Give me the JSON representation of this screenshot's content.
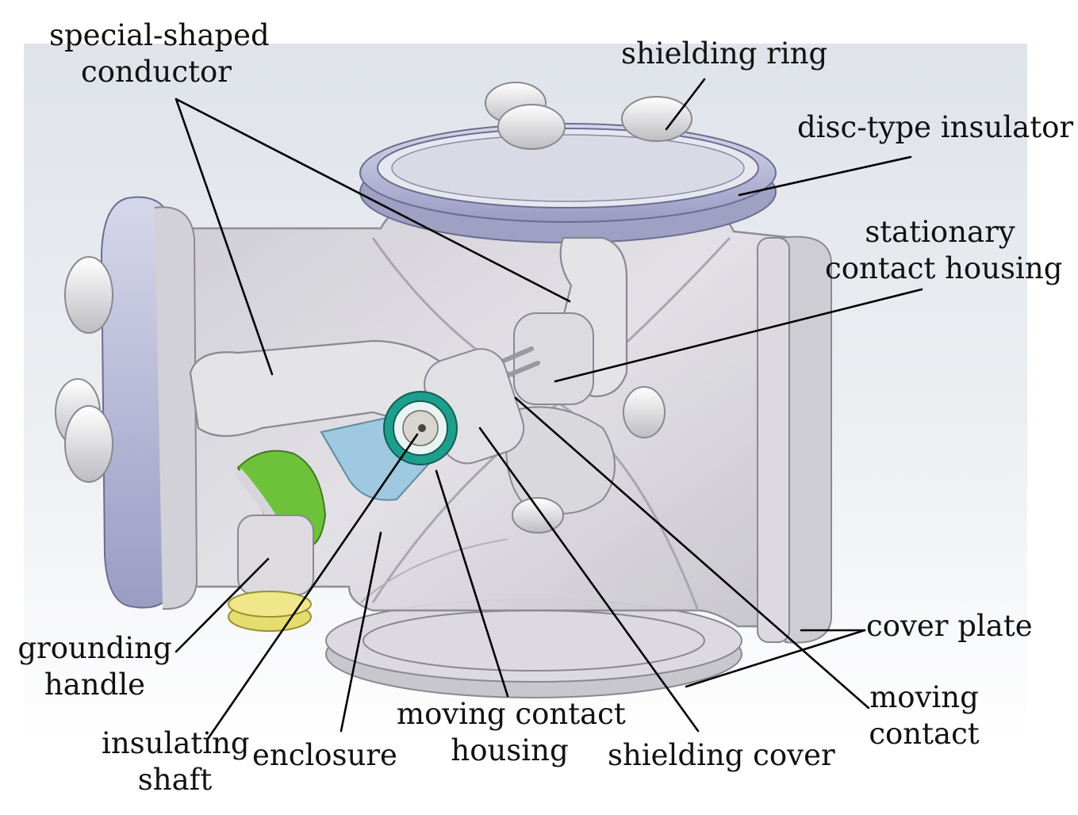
{
  "labels": {
    "special_shaped_conductor": [
      "special-shaped",
      "conductor"
    ],
    "shielding_ring": [
      "shielding ring"
    ],
    "disc_type_insulator": [
      "disc-type insulator"
    ],
    "stationary_contact_housing": [
      "stationary",
      "contact housing"
    ],
    "cover_plate": [
      "cover plate"
    ],
    "moving_contact": [
      "moving",
      "contact"
    ],
    "shielding_cover": [
      "shielding cover"
    ],
    "moving_contact_housing": [
      "moving contact",
      "housing"
    ],
    "enclosure": [
      "enclosure"
    ],
    "insulating_shaft": [
      "insulating",
      "shaft"
    ],
    "grounding_handle": [
      "grounding",
      "handle"
    ]
  },
  "colors": {
    "enclosure": "#d8d6dc",
    "enclosure_edge": "#8a8890",
    "insulator": "#b9bbd8",
    "conductor": "#e4e3e6",
    "moving_contact_housing": "#9fc9e0",
    "shaft_ring": "#1e9e8c",
    "grounding_handle": "#6ec23a",
    "grounding_base": "#e6dd70",
    "leader": "#000000"
  }
}
